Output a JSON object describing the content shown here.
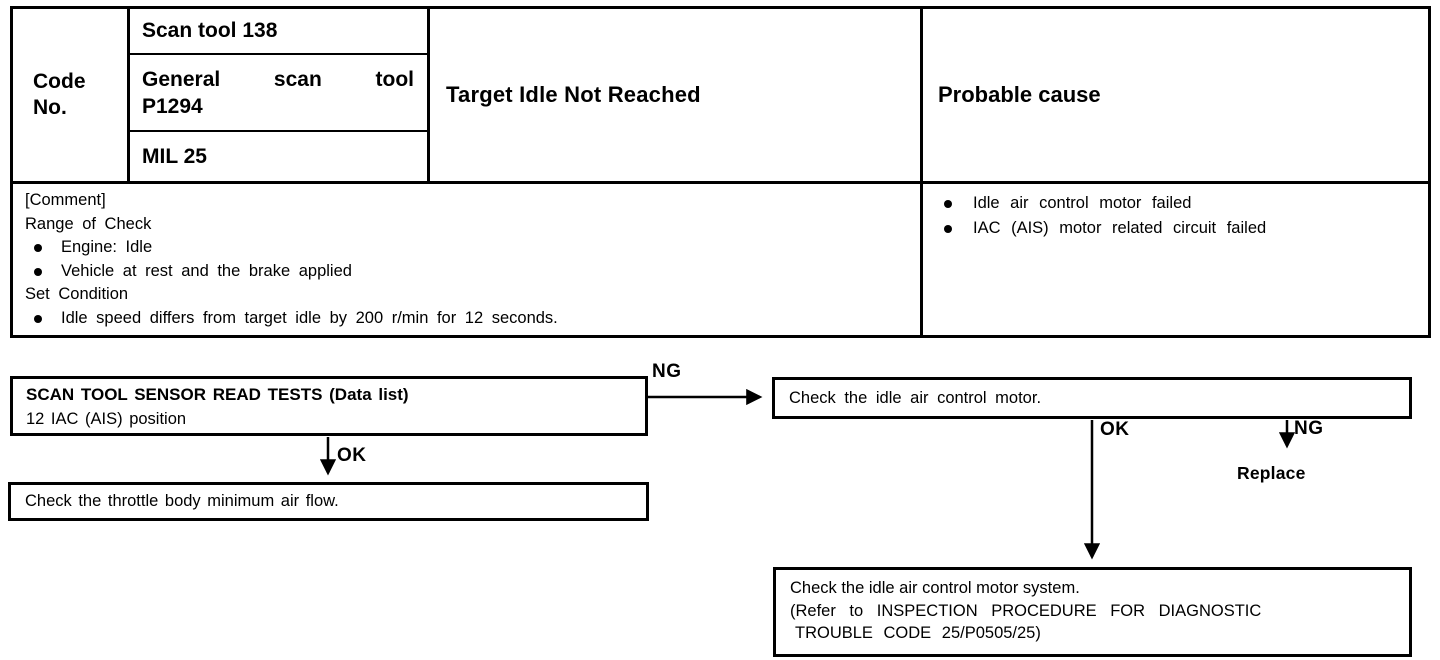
{
  "table": {
    "code_label": "Code No.",
    "scan_tool": "Scan tool 138",
    "general_scan_tool": {
      "line1": "General scan tool",
      "line2": "P1294"
    },
    "mil": "MIL 25",
    "title": "Target Idle Not Reached",
    "probable_cause_header": "Probable cause",
    "comment": {
      "heading": "[Comment]",
      "range_label": "Range of Check",
      "range_items": [
        "Engine: Idle",
        "Vehicle at rest and the brake applied"
      ],
      "set_label": "Set Condition",
      "set_items": [
        "Idle speed differs from target idle by 200 r/min for 12 seconds."
      ]
    },
    "probable_causes": [
      "Idle air control motor failed",
      "IAC (AIS) motor related circuit failed"
    ]
  },
  "flowchart": {
    "box_scan_test": {
      "title": "SCAN TOOL SENSOR READ TESTS (Data list)",
      "subtitle": "12 IAC (AIS) position"
    },
    "box_check_motor": "Check the idle air control motor.",
    "box_check_throttle": "Check the throttle body minimum air flow.",
    "box_check_system": {
      "line1": "Check the idle air control motor system.",
      "line2": "(Refer to INSPECTION PROCEDURE FOR DIAGNOSTIC",
      "line3": "TROUBLE CODE 25/P0505/25)"
    },
    "labels": {
      "ng1": "NG",
      "ok1": "OK",
      "ok2": "OK",
      "ng2": "NG",
      "replace": "Replace"
    }
  }
}
